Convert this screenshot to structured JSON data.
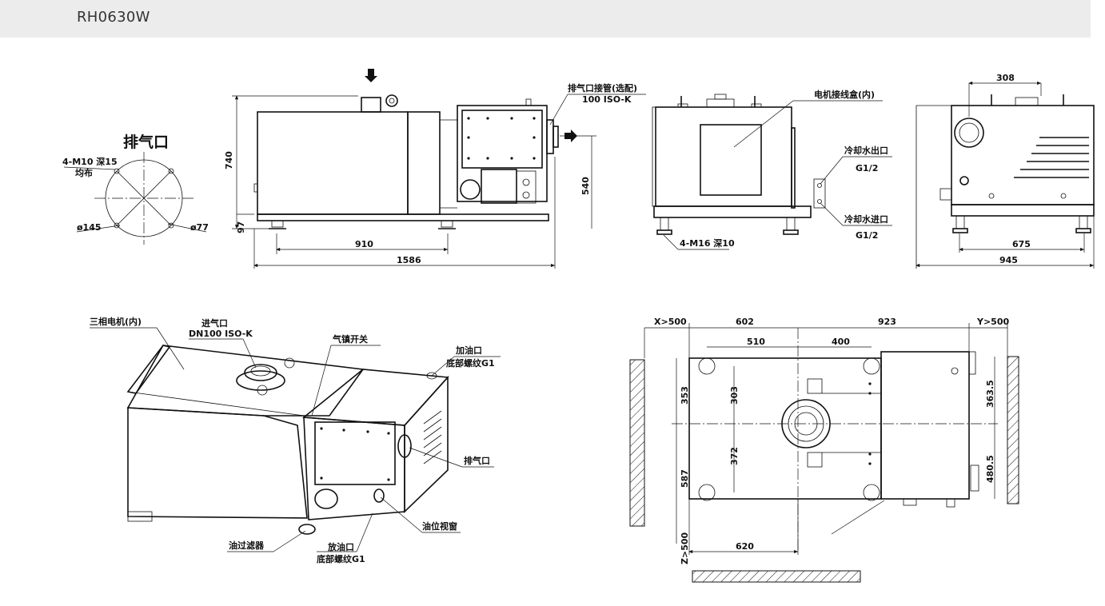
{
  "header": {
    "model": "RH0630W"
  },
  "outlet_view": {
    "title": "排气口",
    "bolt_note": "4-M10 深15",
    "bolt_note2": "均布",
    "dia_outer": "ø145",
    "dia_inner": "ø77"
  },
  "front_view": {
    "exhaust_pipe": "排气口接管(选配)",
    "exhaust_std": "100 ISO-K",
    "dim_height": "740",
    "dim_outlet_height": "540",
    "dim_foot": "97",
    "dim_feet_span": "910",
    "dim_length": "1586"
  },
  "side_view": {
    "motor_box": "电机接线盒(内)",
    "water_out": "冷却水出口",
    "water_out_thread": "G1/2",
    "water_in": "冷却水进口",
    "water_in_thread": "G1/2",
    "foot_note": "4-M16 深10"
  },
  "end_view": {
    "dim_top": "308",
    "dim_feet": "675",
    "dim_width": "945"
  },
  "iso_view": {
    "motor": "三相电机(内)",
    "inlet": "进气口",
    "inlet_std": "DN100 ISO-K",
    "gas_ballast": "气镇开关",
    "oil_fill": "加油口",
    "oil_fill_thread": "底部螺纹G1",
    "exhaust": "排气口",
    "oil_window": "油位视窗",
    "oil_filter": "油过滤器",
    "oil_drain": "放油口",
    "oil_drain_thread": "底部螺纹G1"
  },
  "plan_view": {
    "x_clear": "X>500",
    "dim_602": "602",
    "dim_923": "923",
    "y_clear": "Y>500",
    "dim_510": "510",
    "dim_400": "400",
    "dim_353": "353",
    "dim_303": "303",
    "dim_372": "372",
    "dim_587": "587",
    "dim_363_5": "363.5",
    "dim_480_5": "480.5",
    "z_clear": "Z>500",
    "dim_620": "620"
  }
}
